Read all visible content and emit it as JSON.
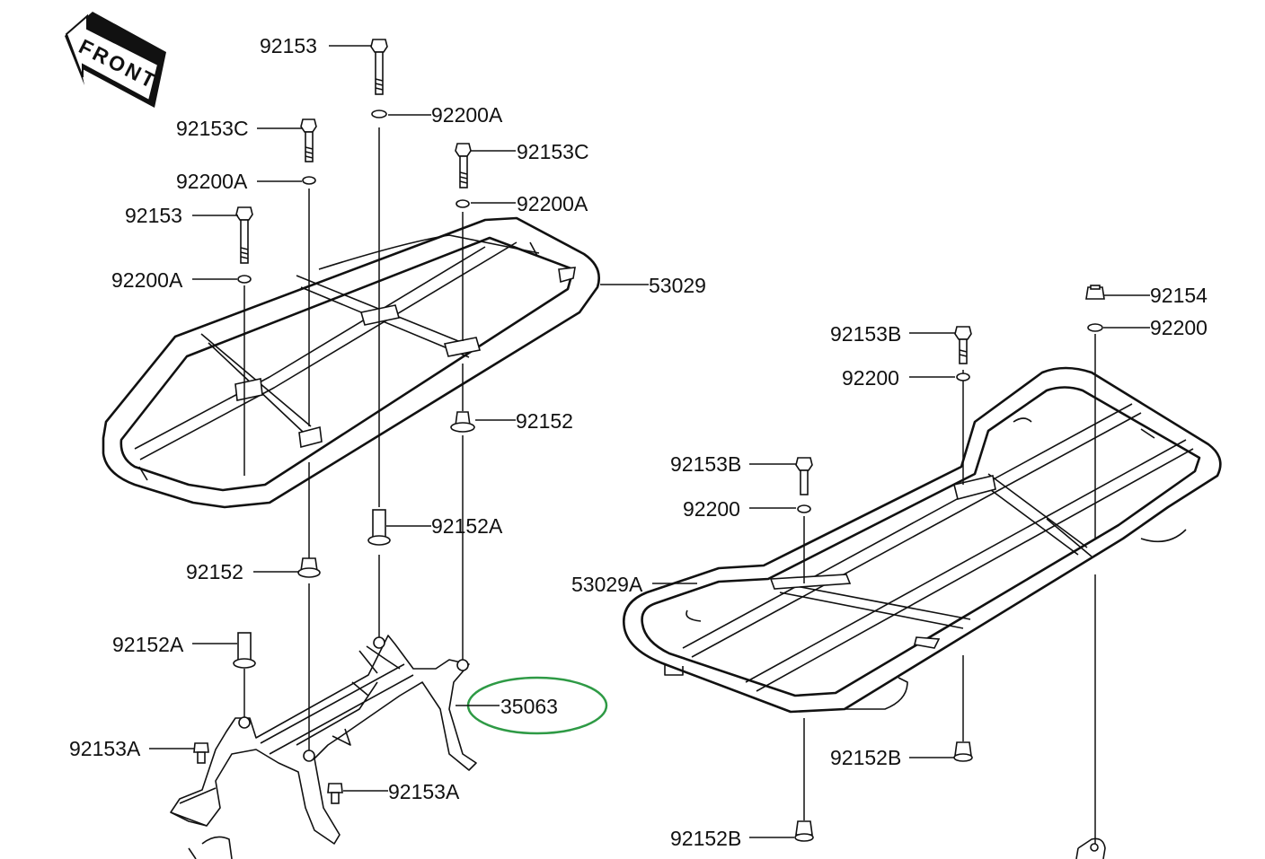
{
  "front_arrow": {
    "text": "FRONT"
  },
  "callouts": {
    "c01": "92153",
    "c02": "92200A",
    "c03": "92153C",
    "c04": "92200A",
    "c05": "92153C",
    "c06": "92200A",
    "c07": "92153",
    "c08": "92200A",
    "c09": "53029",
    "c10": "92152",
    "c11": "92152A",
    "c12": "92152",
    "c13": "92152A",
    "c14": "35063",
    "c15": "92153A",
    "c16": "92153A",
    "c17": "92154",
    "c18": "92200",
    "c19": "92153B",
    "c20": "92200",
    "c21": "92153B",
    "c22": "92200",
    "c23": "53029A",
    "c24": "92152B",
    "c25": "92152B"
  },
  "highlight": {
    "part": "35063",
    "color": "#2e9a45"
  }
}
